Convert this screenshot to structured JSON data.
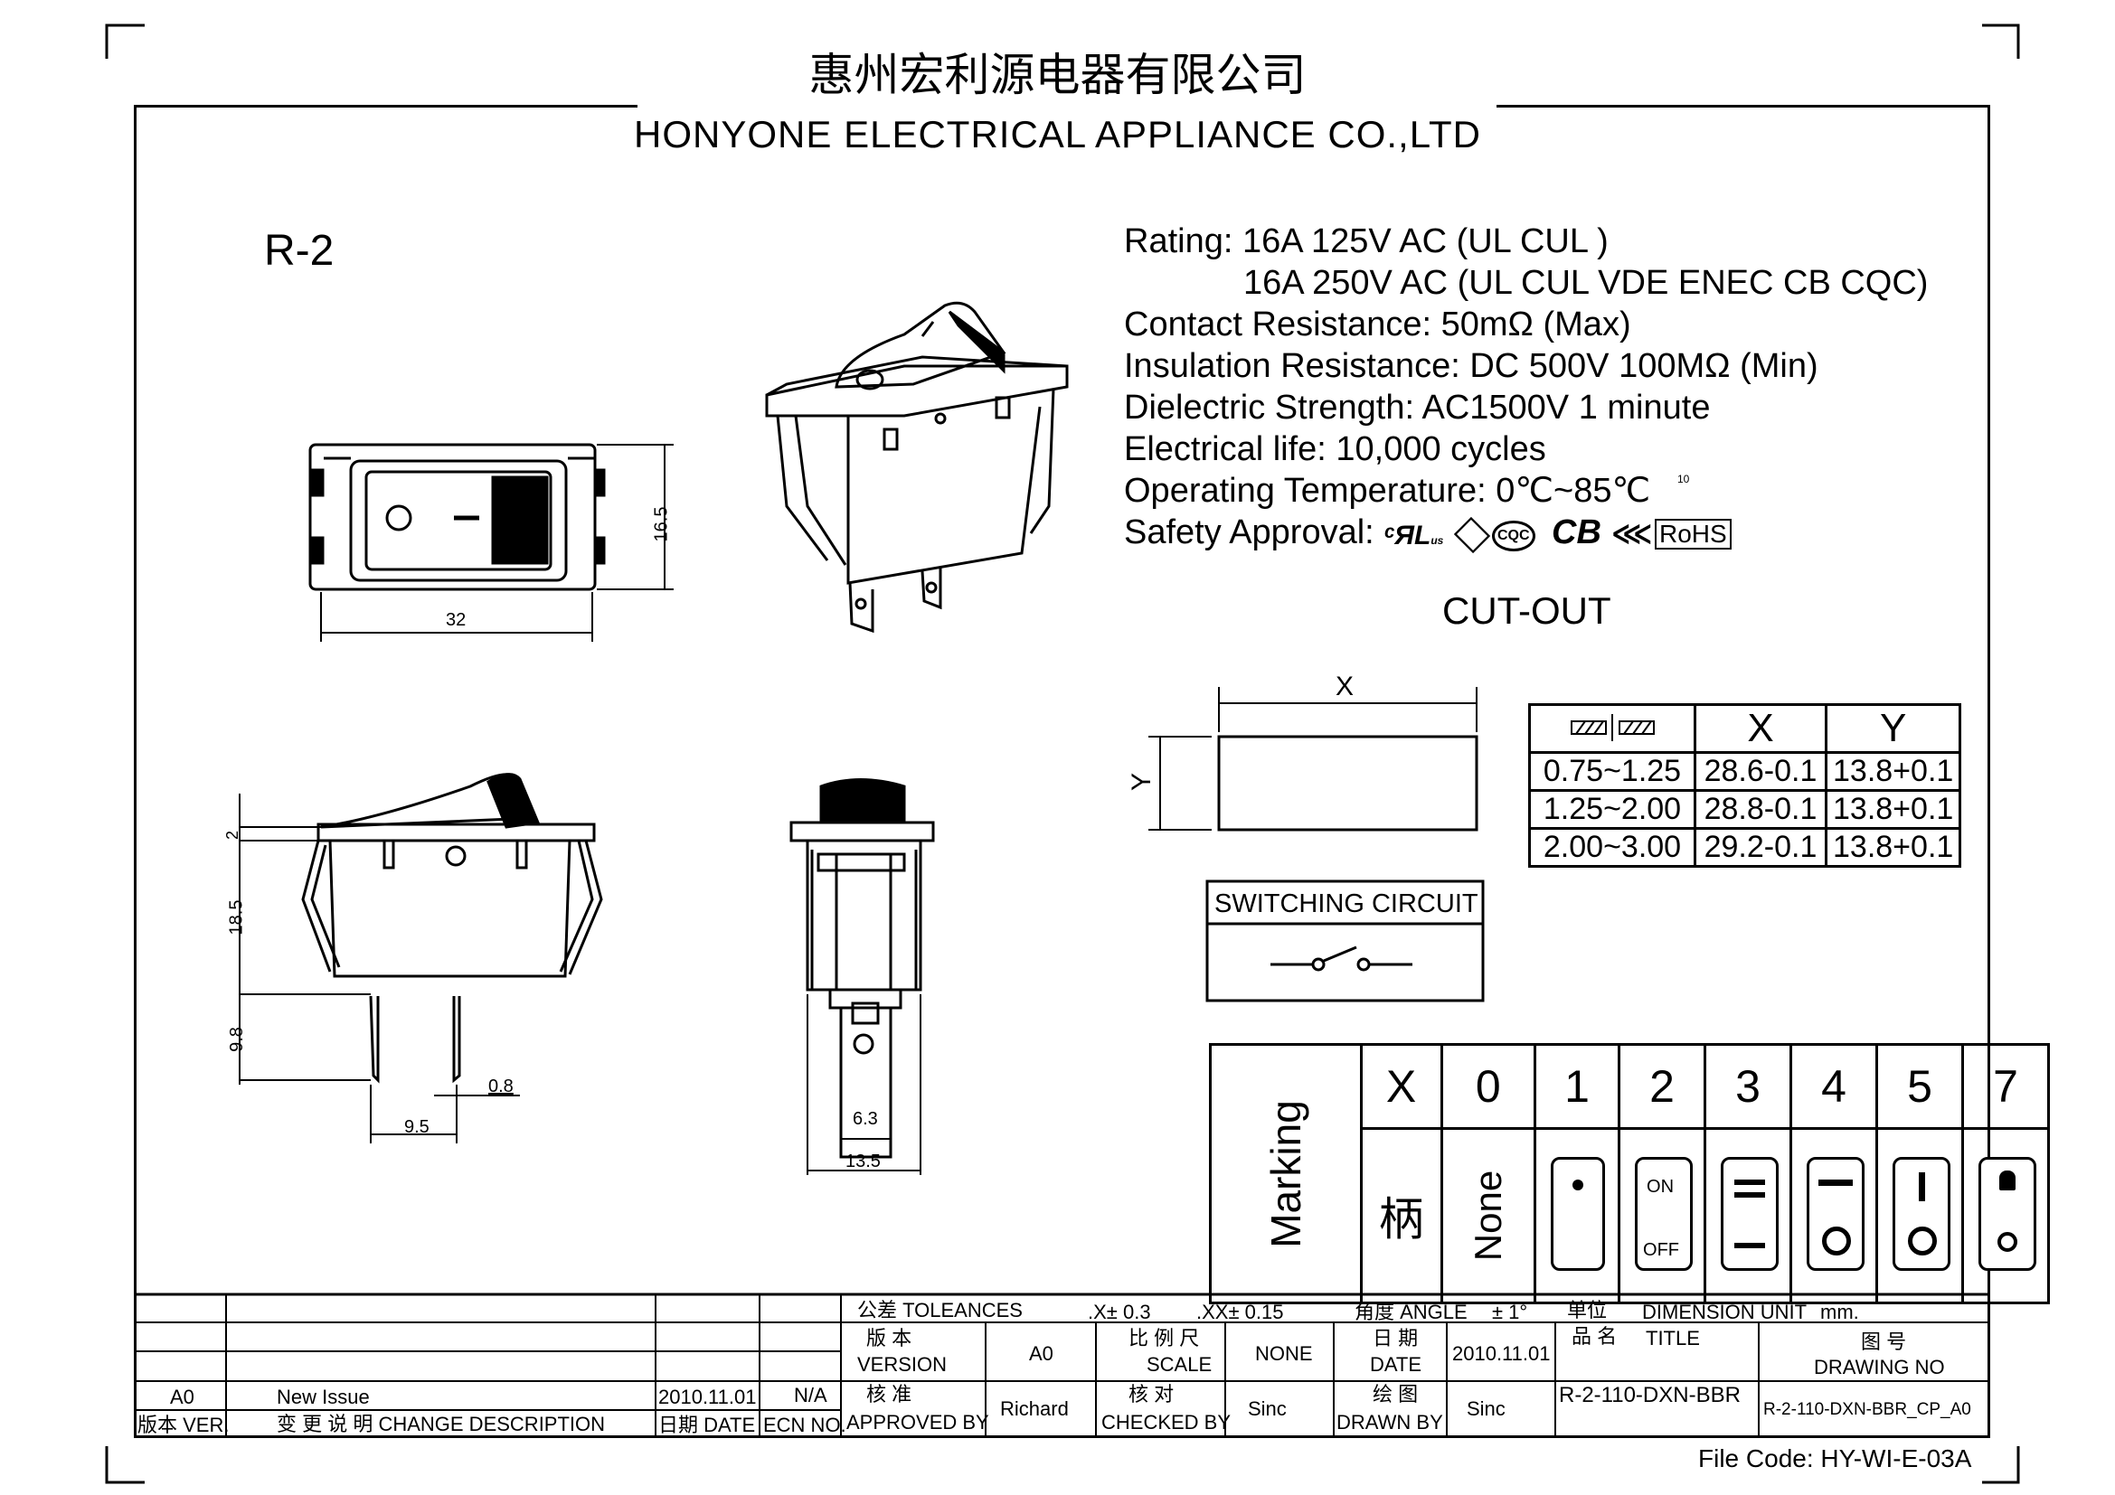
{
  "header": {
    "company_cn": "惠州宏利源电器有限公司",
    "company_en": "HONYONE  ELECTRICAL  APPLIANCE  CO.,LTD"
  },
  "model": "R-2",
  "specs": {
    "rating_1": "Rating: 16A 125V AC (UL  CUL  )",
    "rating_2": "16A 250V AC (UL  CUL  VDE ENEC CB CQC)",
    "contact_resistance": "Contact Resistance: 50mΩ (Max)",
    "insulation_resistance": "Insulation Resistance: DC 500V 100MΩ  (Min)",
    "dielectric_strength": "Dielectric Strength: AC1500V 1 minute",
    "electrical_life": "Electrical life: 10,000 cycles",
    "operating_temperature": "Operating Temperature: 0℃~85℃",
    "temp_mark": "10",
    "safety_approval": "Safety Approval:",
    "approval_marks": [
      "UL",
      "VDE",
      "CQC",
      "CB",
      "ENEC",
      "RoHS"
    ],
    "mark_cb": "CB",
    "mark_rohs": "RoHS",
    "mark_cqc": "CQC"
  },
  "dimensions": {
    "top_width": "32",
    "top_height": "16.5",
    "side_2": "2",
    "side_18_5": "18.5",
    "side_9_8": "9.8",
    "side_0_8": "0.8",
    "side_9_5": "9.5",
    "front_6_3": "6.3",
    "front_13_5": "13.5"
  },
  "cutout": {
    "title": "CUT-OUT",
    "x_label": "X",
    "y_label": "Y",
    "headers": [
      "",
      "X",
      "Y"
    ],
    "rows": [
      [
        "0.75~1.25",
        "28.6-0.1",
        "13.8+0.1"
      ],
      [
        "1.25~2.00",
        "28.8-0.1",
        "13.8+0.1"
      ],
      [
        "2.00~3.00",
        "29.2-0.1",
        "13.8+0.1"
      ]
    ]
  },
  "switching_circuit": {
    "title": "SWITCHING CIRCUIT"
  },
  "marking": {
    "label": "Marking",
    "codes": [
      "X",
      "0",
      "1",
      "2",
      "3",
      "4",
      "5",
      "7"
    ],
    "x_text": "柄",
    "zero_text": "None",
    "on_text": "ON",
    "off_text": "OFF"
  },
  "title_block": {
    "tolerances": "公差 TOLEANCES",
    "tol_x": ".X± 0.3",
    "tol_xx": ".XX± 0.15",
    "angle": "角度 ANGLE",
    "angle_val": "± 1°",
    "unit": "单位",
    "dimension_unit": "DIMENSION UNIT",
    "mm": "mm.",
    "version_cn": "版  本",
    "version_en": "VERSION",
    "version_val": "A0",
    "scale_cn": "比 例 尺",
    "scale_en": "SCALE",
    "scale_val": "NONE",
    "date_cn": "日  期",
    "date_en": "DATE",
    "date_val": "2010.11.01",
    "name_cn": "品  名",
    "title_en": "TITLE",
    "drawing_no_cn": "图  号",
    "drawing_no_en": "DRAWING NO",
    "title_val": "R-2-110-DXN-BBR",
    "drawing_no_val": "R-2-110-DXN-BBR_CP_A0",
    "approved_cn": "核  准",
    "approved_en": "APPROVED BY",
    "approved_val": "Richard",
    "checked_cn": "核  对",
    "checked_en": "CHECKED BY",
    "checked_val": "Sinc",
    "drawn_cn": "绘  图",
    "drawn_en": "DRAWN BY",
    "drawn_val": "Sinc",
    "rev_ver": "A0",
    "rev_desc": "New Issue",
    "rev_date": "2010.11.01",
    "rev_ecn": "N/A",
    "col_ver": "版本 VER.",
    "col_desc": "变 更 说 明   CHANGE DESCRIPTION",
    "col_date": "日期 DATE",
    "col_ecn": "ECN NO."
  },
  "file_code": "File Code: HY-WI-E-03A"
}
